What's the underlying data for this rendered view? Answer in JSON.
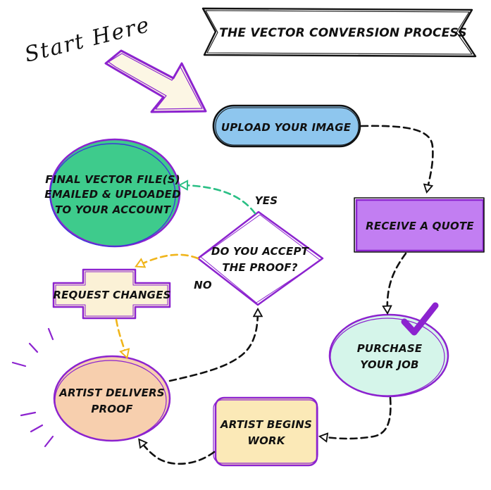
{
  "title": "THE VECTOR CONVERSION PROCESS",
  "start_label": "Start Here",
  "nodes": {
    "upload": "UPLOAD YOUR IMAGE",
    "quote": "RECEIVE A QUOTE",
    "purchase": [
      "PURCHASE",
      "YOUR JOB"
    ],
    "begins": [
      "ARTIST BEGINS",
      "WORK"
    ],
    "delivers": [
      "ARTIST DELIVERS",
      "PROOF"
    ],
    "accept": [
      "DO YOU ACCEPT",
      "THE PROOF?"
    ],
    "final": [
      "FINAL VECTOR FILE(S)",
      "EMAILED & UPLOADED",
      "TO YOUR ACCOUNT"
    ],
    "changes": "REQUEST CHANGES"
  },
  "edges": {
    "yes": "YES",
    "no": "NO"
  },
  "colors": {
    "upload": "#8ec6ee",
    "quote": "#c27ef2",
    "purchase": "#d5f5ea",
    "begins": "#fbe9b7",
    "delivers": "#f7cfae",
    "final": "#3ecb8c",
    "changes": "#fbf1d6",
    "arrow_fill": "#fcf6e4",
    "purple": "#8c23cf",
    "dark": "#111111",
    "yes_arrow": "#2bbf85",
    "no_arrow": "#f0b51b"
  }
}
